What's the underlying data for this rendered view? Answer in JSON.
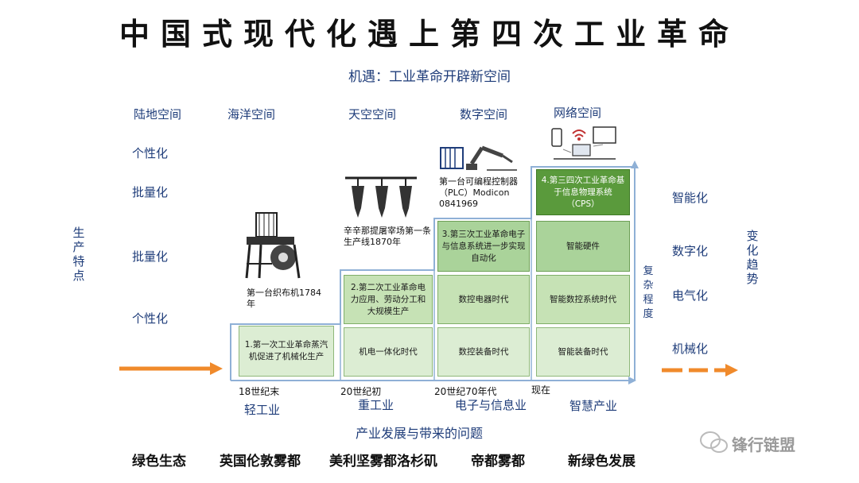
{
  "title": "中国式现代化遇上第四次工业革命",
  "subtitle": "机遇：工业革命开辟新空间",
  "spaces": [
    "陆地空间",
    "海洋空间",
    "天空空间",
    "数字空间",
    "网络空间"
  ],
  "left_features": [
    "个性化",
    "批量化",
    "批量化",
    "个性化"
  ],
  "left_vertical_label": "生产特点",
  "right_trends": [
    "智能化",
    "数字化",
    "电气化",
    "机械化"
  ],
  "right_vertical_label": "变化趋势",
  "degree_label": "复杂程度",
  "revolutions": {
    "r1": "1.第一次工业革命蒸汽机促进了机械化生产",
    "r2": "2.第二次工业革命电力应用、劳动分工和大规模生产",
    "r3": "3.第三次工业革命电子与信息系统进一步实现自动化",
    "r4": "4.第三四次工业革命基于信息物理系统（CPS）"
  },
  "era_cells": {
    "c2a": "机电一体化时代",
    "c3a": "数控装备时代",
    "c3b": "数控电器时代",
    "c4a": "智能装备时代",
    "c4b": "智能数控系统时代",
    "c4c": "智能硬件"
  },
  "milestones": {
    "loom": "第一台织布机1784年",
    "line": "辛辛那提屠宰场第一条生产线1870年",
    "plc": "第一台可编程控制器（PLC）Modicon 0841969"
  },
  "eras": [
    "18世纪末",
    "20世纪初",
    "20世纪70年代",
    "现在"
  ],
  "industries": [
    "轻工业",
    "重工业",
    "电子与信息业",
    "智慧产业"
  ],
  "problems_label": "产业发展与带来的问题",
  "bottom_items": [
    "绿色生态",
    "英国伦敦雾都",
    "美利坚雾都洛杉矶",
    "帝都雾都",
    "新绿色发展"
  ],
  "watermark": "锋行链盟",
  "colors": {
    "arrow_orange": "#f08a2b",
    "axis_blue": "#8fb0d6",
    "gen1": "#dcedd3",
    "gen2": "#c6e2b5",
    "gen3": "#aad39a",
    "gen4": "#5a9a3c"
  }
}
